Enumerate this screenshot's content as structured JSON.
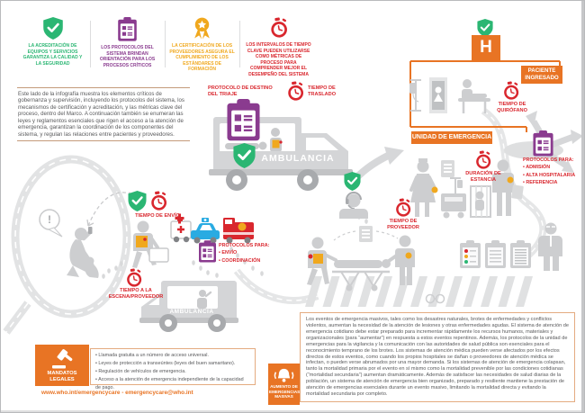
{
  "colors": {
    "orange": "#E87424",
    "red": "#D9272E",
    "purple": "#8A3B8F",
    "green": "#2BB673",
    "yellow": "#F0A81E",
    "blue": "#29ABE2",
    "gray_art": "#D2D3D5",
    "body_text": "#58595B"
  },
  "top_principles": [
    {
      "icon": "shield-check-icon",
      "text": "LA ACREDITACIÓN DE EQUIPOS Y SERVICIOS GARANTIZA LA CALIDAD Y LA SEGURIDAD"
    },
    {
      "icon": "clipboard-icon",
      "text": "LOS PROTOCOLOS DEL SISTEMA BRINDAN ORIENTACIÓN PARA LOS PROCESOS CRÍTICOS"
    },
    {
      "icon": "medal-icon",
      "text": "LA CERTIFICACIÓN DE LOS PROVEEDORES ASEGURA EL CUMPLIMIENTO DE LOS ESTÁNDARES DE FORMACIÓN"
    },
    {
      "icon": "stopwatch-icon",
      "text": "LOS INTERVALOS DE TIEMPO CLAVE PUEDEN UTILIZARSE COMO MÉTRICAS DE PROCESO PARA COMPRENDER MEJOR EL DESEMPEÑO DEL SISTEMA"
    }
  ],
  "intro": {
    "text": "Este lado de la infografía muestra los elementos críticos de gobernanza y supervisión, incluyendo los protocolos del sistema, los mecanismos de certificación y acreditación, y las métricas clave del proceso, dentro del Marco. A continuación también se enumeran las leyes y reglamentos esenciales que rigen el acceso a la atención de emergencia, garantizan la coordinación de los componentes del sistema, y regulan las relaciones entre pacientes y proveedores."
  },
  "labels": {
    "triage_protocol": "PROTOCOLO DE DESTINO DEL TRIAJE",
    "transfer_time": "TIEMPO DE TRASLADO",
    "ambulance_big": "AMBULANCIA",
    "ambulance_small": "AMBULANCIA",
    "hospital_letter": "H",
    "patient_admitted": "PACIENTE INGRESADO",
    "or_time": "TIEMPO DE QUIRÓFANO",
    "emergency_unit": "UNIDAD DE EMERGENCIA",
    "stay_duration": "DURACIÓN DE ESTANCIA",
    "provider_time": "TIEMPO DE PROVEEDOR",
    "dispatch_time": "TIEMPO DE ENVÍO",
    "scene_time": "TIEMPO A LA ESCENA/PROVEEDOR",
    "exclamation": "!"
  },
  "protocols_admission": {
    "title": "PROTOCOLOS PARA:",
    "items": [
      "ADMISIÓN",
      "ALTA HOSPITALARIA",
      "REFERENCIA"
    ]
  },
  "protocols_dispatch": {
    "title": "PROTOCOLOS PARA:",
    "items": [
      "ENVÍO",
      "COORDINACIÓN"
    ]
  },
  "legal_mandates": {
    "title": "MANDATOS LEGALES",
    "items": [
      "Llamada gratuita a un número de acceso universal.",
      "Leyes de protección a transeúntes (leyes del buen samaritano).",
      "Regulación de vehículos de emergencia.",
      "Acceso a la atención de emergencia independiente de la capacidad de pago."
    ]
  },
  "mass_surge": {
    "title": "AUMENTO DE EMERGENCIAS MASIVAS",
    "text": "Los eventos de emergencia masivos, tales como los desastres naturales, brotes de enfermedades y conflictos violentos, aumentan la necesidad de la atención de lesiones y otras enfermedades agudas. El sistema de atención de emergencia cotidiano debe estar preparado para incrementar rápidamente los recursos humanos, materiales y organizacionales (para “aumentar”) en respuesta a estos eventos repentinos. Además, los protocolos de la unidad de emergencias para la vigilancia y la comunicación con las autoridades de salud pública son esenciales para el reconocimiento temprano de los brotes. Los sistemas de atención médica pueden verse afectados por los efectos directos de estos eventos, como cuando los propios hospitales se dañan o proveedores de atención médica se infectan, o pueden verse abrumados por una mayor demanda. Si los sistemas de atención de emergencia colapsan, tanto la mortalidad primaria por el evento en sí mismo como la mortalidad prevenible por las condiciones cotidianas (“mortalidad secundaria”) aumentan dramáticamente. Además de satisfacer las necesidades de salud diarias de la población, un sistema de atención de emergencia bien organizado, preparado y resiliente mantiene la prestación de atención de emergencias esenciales durante un evento masivo, limitando la mortalidad directa y evitando la mortalidad secundaria por completo."
  },
  "footer": {
    "url": "www.who.int/emergencycare - emergencycare@who.int"
  }
}
